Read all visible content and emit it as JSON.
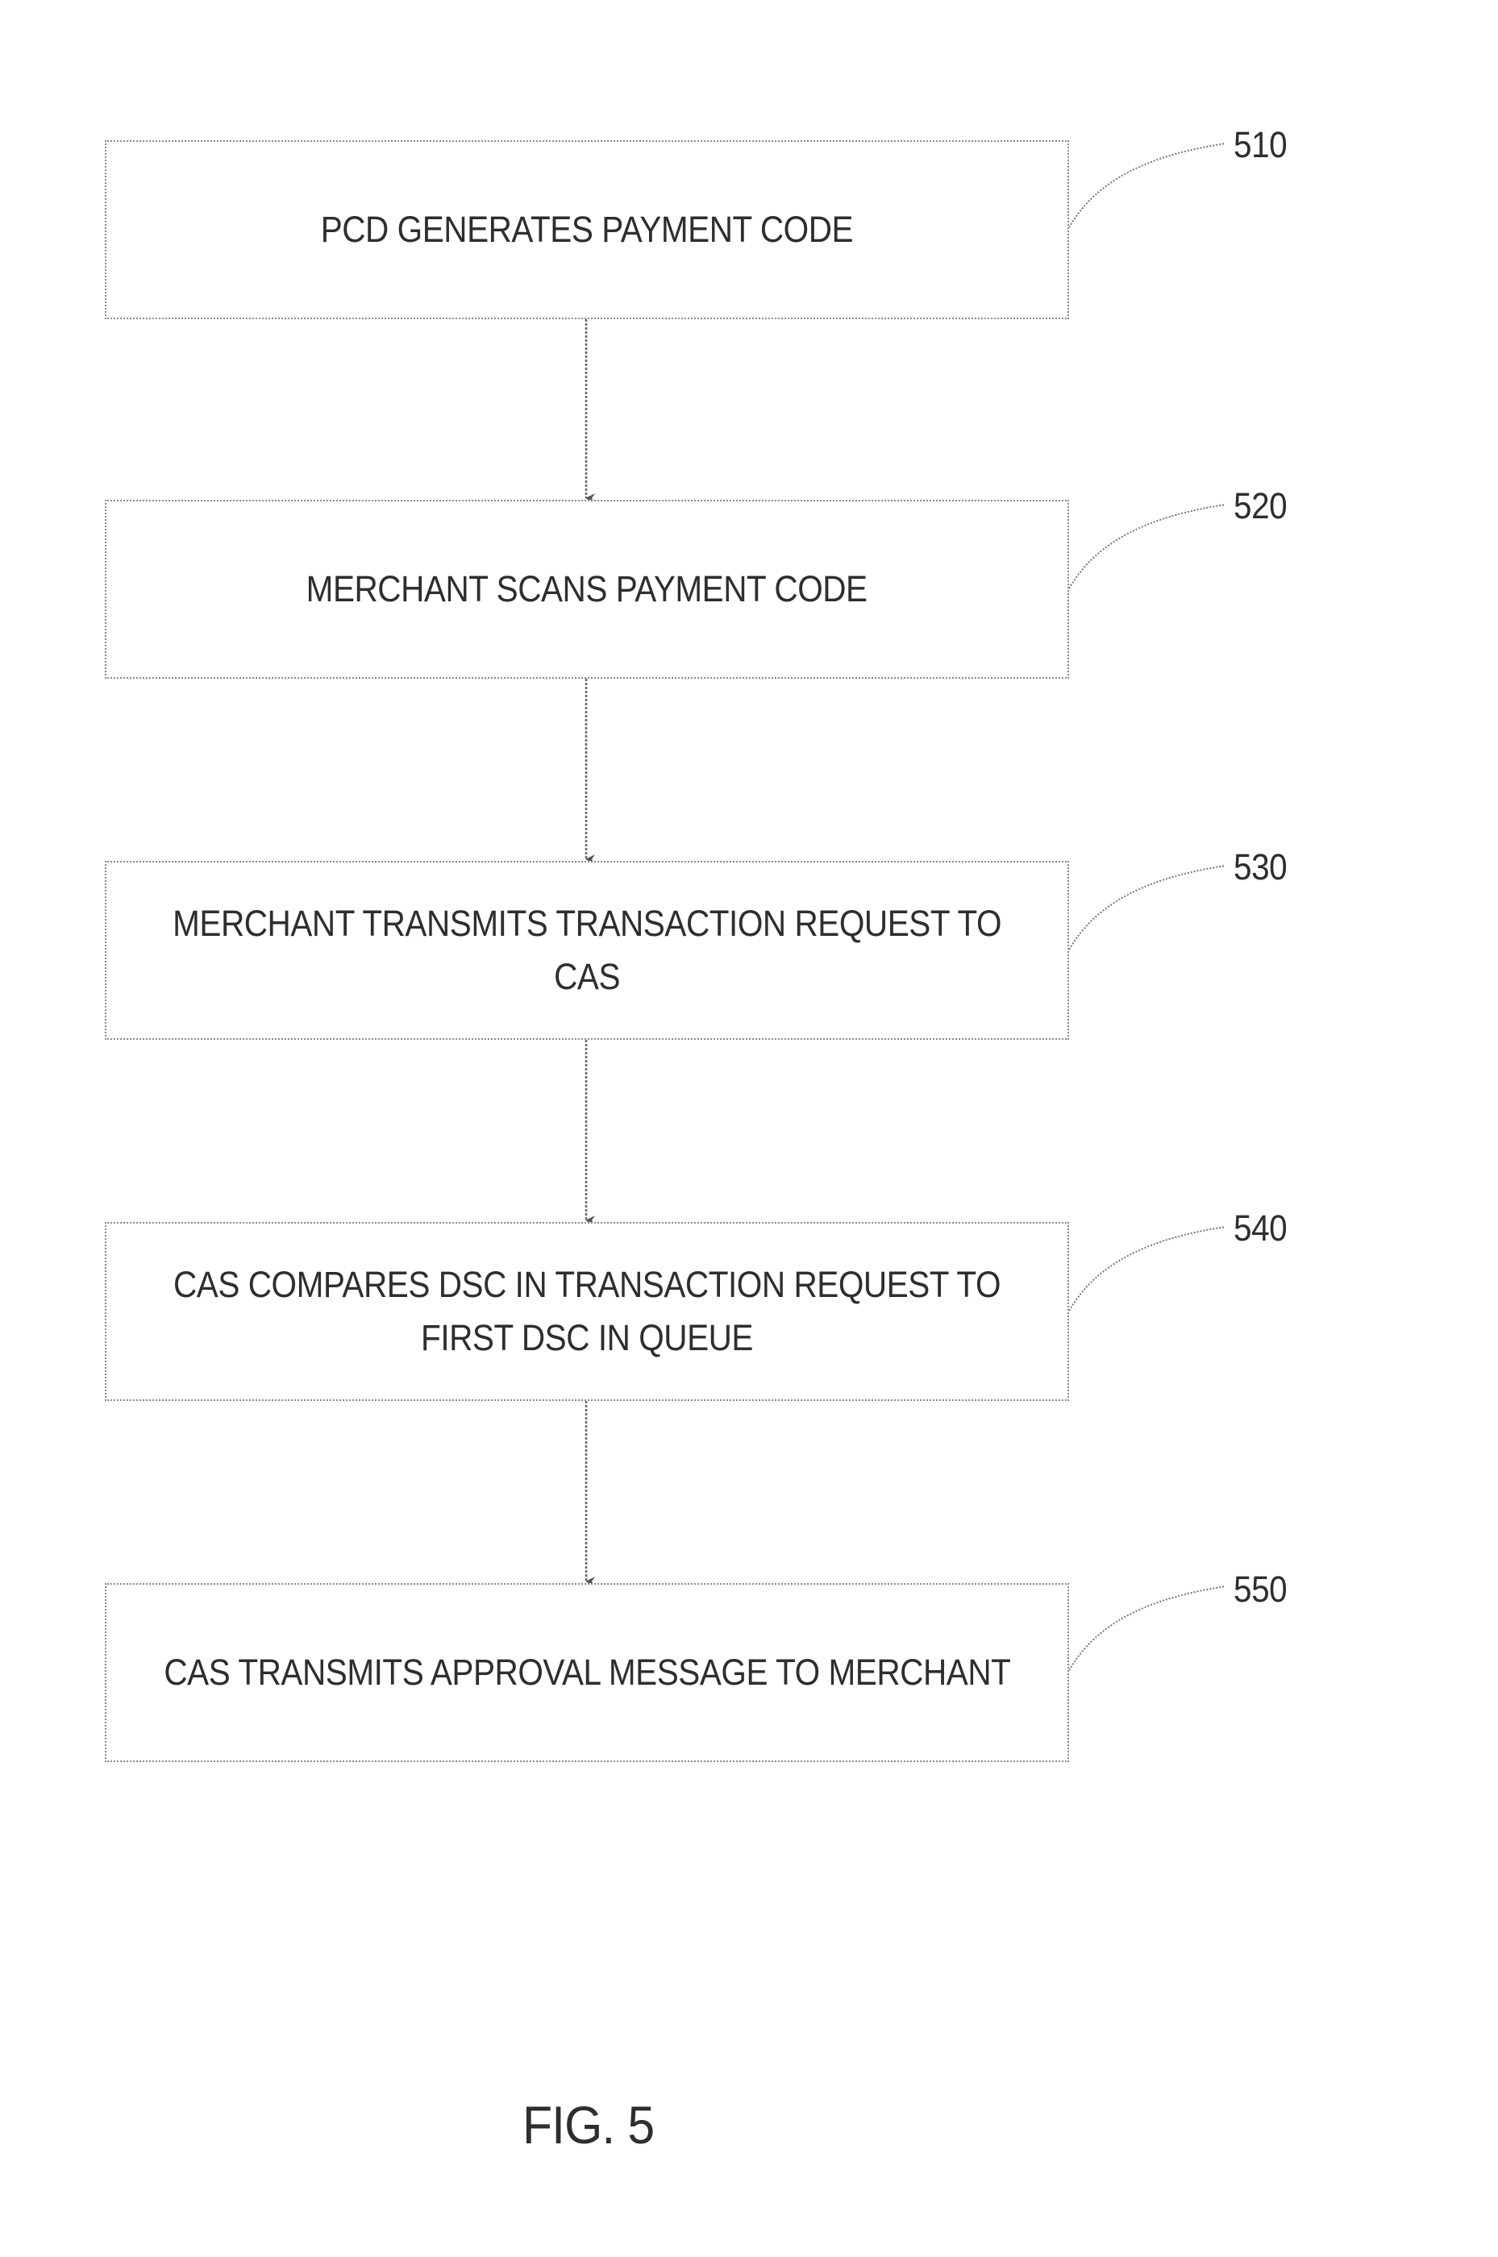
{
  "figure_label": "FIG. 5",
  "steps": [
    {
      "ref": "510",
      "text": "PCD GENERATES PAYMENT CODE"
    },
    {
      "ref": "520",
      "text": "MERCHANT SCANS PAYMENT CODE"
    },
    {
      "ref": "530",
      "text": "MERCHANT TRANSMITS TRANSACTION REQUEST TO\nCAS"
    },
    {
      "ref": "540",
      "text": "CAS COMPARES DSC IN TRANSACTION REQUEST TO\nFIRST DSC IN QUEUE"
    },
    {
      "ref": "550",
      "text": "CAS TRANSMITS APPROVAL MESSAGE TO MERCHANT"
    }
  ]
}
